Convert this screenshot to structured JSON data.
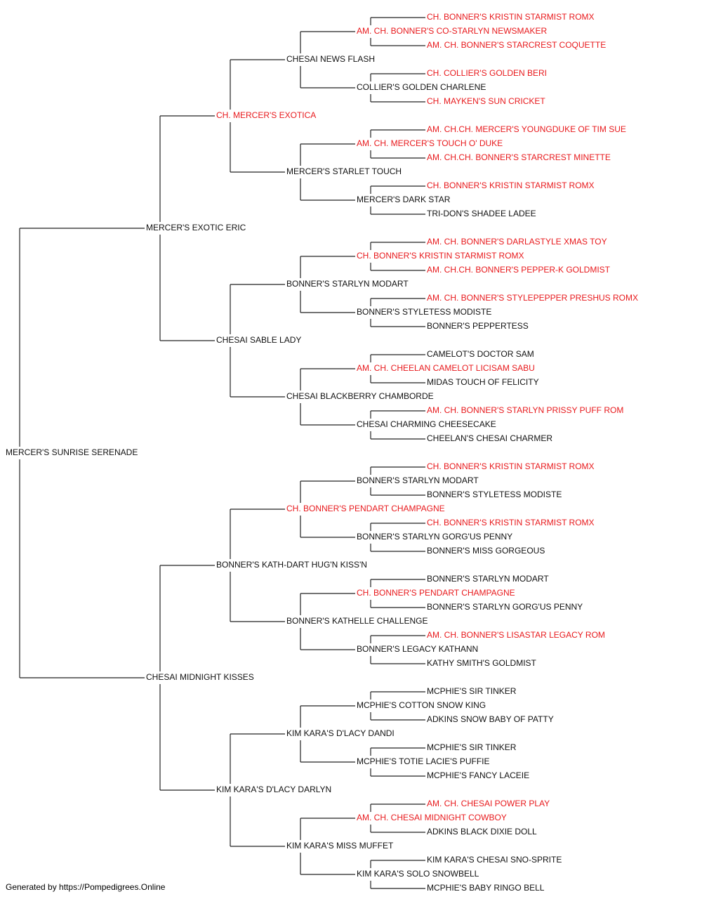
{
  "colors": {
    "champion": "#e8191c",
    "normal": "#111111",
    "line": "#222222"
  },
  "footer": "Generated by https://Pompedigrees.Online",
  "pedigree": [
    {
      "name": "MERCER'S SUNRISE SERENADE",
      "ch": false
    },
    {
      "name": "MERCER'S EXOTIC ERIC",
      "ch": false
    },
    {
      "name": "CHESAI MIDNIGHT KISSES",
      "ch": false
    },
    {
      "name": "CH. MERCER'S EXOTICA",
      "ch": true
    },
    {
      "name": "CHESAI SABLE LADY",
      "ch": false
    },
    {
      "name": "BONNER'S KATH-DART HUG'N KISS'N",
      "ch": false
    },
    {
      "name": "KIM KARA'S D'LACY DARLYN",
      "ch": false
    },
    {
      "name": "CHESAI NEWS FLASH",
      "ch": false
    },
    {
      "name": "MERCER'S STARLET TOUCH",
      "ch": false
    },
    {
      "name": "BONNER'S STARLYN MODART",
      "ch": false
    },
    {
      "name": "CHESAI BLACKBERRY CHAMBORDE",
      "ch": false
    },
    {
      "name": "CH. BONNER'S PENDART CHAMPAGNE",
      "ch": true
    },
    {
      "name": "BONNER'S KATHELLE CHALLENGE",
      "ch": false
    },
    {
      "name": "KIM KARA'S D'LACY DANDI",
      "ch": false
    },
    {
      "name": "KIM KARA'S MISS MUFFET",
      "ch": false
    },
    {
      "name": "AM. CH. BONNER'S CO-STARLYN NEWSMAKER",
      "ch": true
    },
    {
      "name": "COLLIER'S GOLDEN CHARLENE",
      "ch": false
    },
    {
      "name": "AM. CH. MERCER'S TOUCH O' DUKE",
      "ch": true
    },
    {
      "name": "MERCER'S DARK STAR",
      "ch": false
    },
    {
      "name": "CH. BONNER'S KRISTIN STARMIST ROMX",
      "ch": true
    },
    {
      "name": "BONNER'S STYLETESS MODISTE",
      "ch": false
    },
    {
      "name": "AM. CH. CHEELAN CAMELOT LICISAM SABU",
      "ch": true
    },
    {
      "name": "CHESAI CHARMING CHEESECAKE",
      "ch": false
    },
    {
      "name": "BONNER'S STARLYN MODART",
      "ch": false
    },
    {
      "name": "BONNER'S STARLYN GORG'US PENNY",
      "ch": false
    },
    {
      "name": "CH. BONNER'S PENDART CHAMPAGNE",
      "ch": true
    },
    {
      "name": "BONNER'S LEGACY KATHANN",
      "ch": false
    },
    {
      "name": "MCPHIE'S COTTON SNOW KING",
      "ch": false
    },
    {
      "name": "MCPHIE'S TOTIE LACIE'S PUFFIE",
      "ch": false
    },
    {
      "name": "AM. CH. CHESAI MIDNIGHT COWBOY",
      "ch": true
    },
    {
      "name": "KIM KARA'S SOLO SNOWBELL",
      "ch": false
    },
    {
      "name": "CH. BONNER'S KRISTIN STARMIST ROMX",
      "ch": true
    },
    {
      "name": "AM. CH. BONNER'S STARCREST COQUETTE",
      "ch": true
    },
    {
      "name": "CH. COLLIER'S GOLDEN BERI",
      "ch": true
    },
    {
      "name": "CH. MAYKEN'S SUN CRICKET",
      "ch": true
    },
    {
      "name": "AM. CH.CH. MERCER'S YOUNGDUKE OF TIM SUE",
      "ch": true
    },
    {
      "name": "AM. CH.CH. BONNER'S STARCREST MINETTE",
      "ch": true
    },
    {
      "name": "CH. BONNER'S KRISTIN STARMIST ROMX",
      "ch": true
    },
    {
      "name": "TRI-DON'S SHADEE LADEE",
      "ch": false
    },
    {
      "name": "AM. CH. BONNER'S DARLASTYLE XMAS TOY",
      "ch": true
    },
    {
      "name": "AM. CH.CH. BONNER'S PEPPER-K GOLDMIST",
      "ch": true
    },
    {
      "name": "AM. CH. BONNER'S STYLEPEPPER PRESHUS ROMX",
      "ch": true
    },
    {
      "name": "BONNER'S PEPPERTESS",
      "ch": false
    },
    {
      "name": "CAMELOT'S DOCTOR SAM",
      "ch": false
    },
    {
      "name": "MIDAS TOUCH OF FELICITY",
      "ch": false
    },
    {
      "name": "AM. CH. BONNER'S STARLYN PRISSY PUFF ROM",
      "ch": true
    },
    {
      "name": "CHEELAN'S CHESAI CHARMER",
      "ch": false
    },
    {
      "name": "CH. BONNER'S KRISTIN STARMIST ROMX",
      "ch": true
    },
    {
      "name": "BONNER'S STYLETESS MODISTE",
      "ch": false
    },
    {
      "name": "CH. BONNER'S KRISTIN STARMIST ROMX",
      "ch": true
    },
    {
      "name": "BONNER'S MISS GORGEOUS",
      "ch": false
    },
    {
      "name": "BONNER'S STARLYN MODART",
      "ch": false
    },
    {
      "name": "BONNER'S STARLYN GORG'US PENNY",
      "ch": false
    },
    {
      "name": "AM. CH. BONNER'S LISASTAR LEGACY ROM",
      "ch": true
    },
    {
      "name": "KATHY SMITH'S GOLDMIST",
      "ch": false
    },
    {
      "name": "MCPHIE'S SIR TINKER",
      "ch": false
    },
    {
      "name": "ADKINS SNOW BABY OF PATTY",
      "ch": false
    },
    {
      "name": "MCPHIE'S SIR TINKER",
      "ch": false
    },
    {
      "name": "MCPHIE'S FANCY LACEIE",
      "ch": false
    },
    {
      "name": "AM. CH. CHESAI POWER PLAY",
      "ch": true
    },
    {
      "name": "ADKINS BLACK DIXIE DOLL",
      "ch": false
    },
    {
      "name": "KIM KARA'S CHESAI SNO-SPRITE",
      "ch": false
    },
    {
      "name": "MCPHIE'S BABY RINGO BELL",
      "ch": false
    }
  ]
}
